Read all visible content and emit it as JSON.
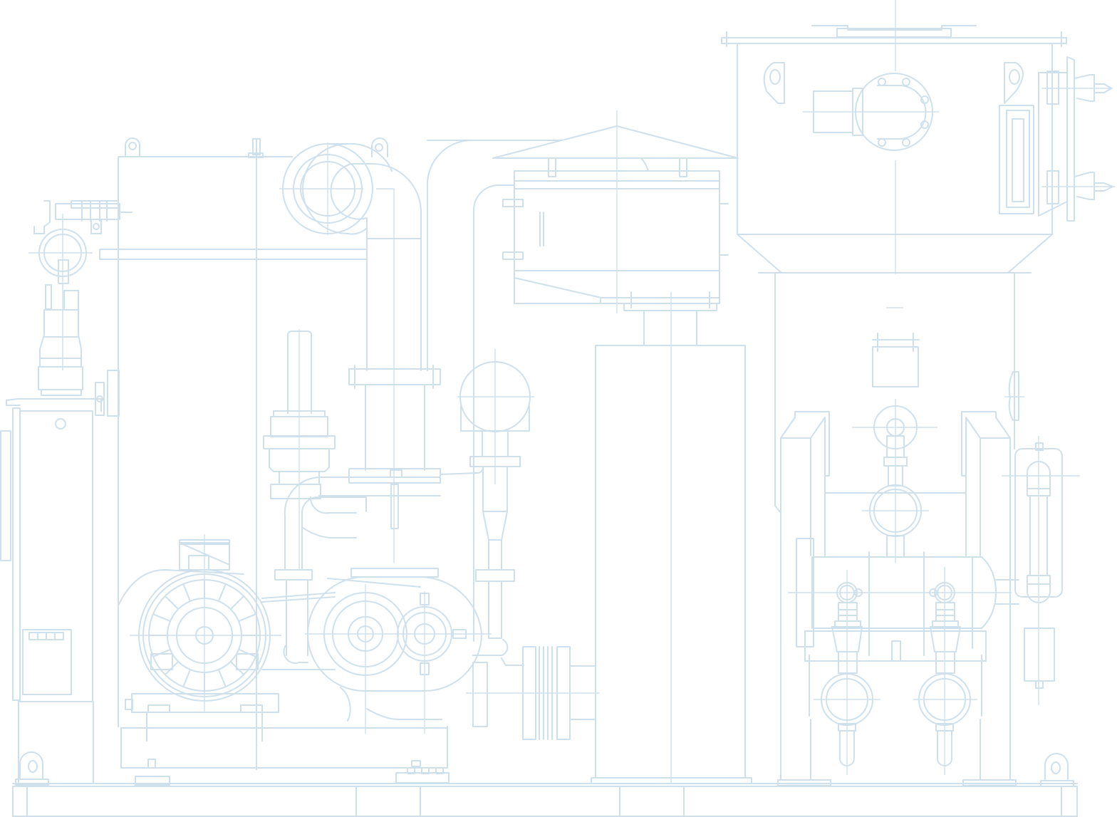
{
  "drawing": {
    "title": "",
    "line_color": "#cfe0ed",
    "background": "#ffffff"
  },
  "components": {
    "motor": "motor",
    "gearbox": "gearbox",
    "blower": "blower",
    "silencer": "silencer",
    "hopper": "hopper",
    "column": "column",
    "control_cabinet": "control-cabinet",
    "rotary_valves": "rotary-valves",
    "pipework": "pipework",
    "base_frame": "base-frame"
  }
}
